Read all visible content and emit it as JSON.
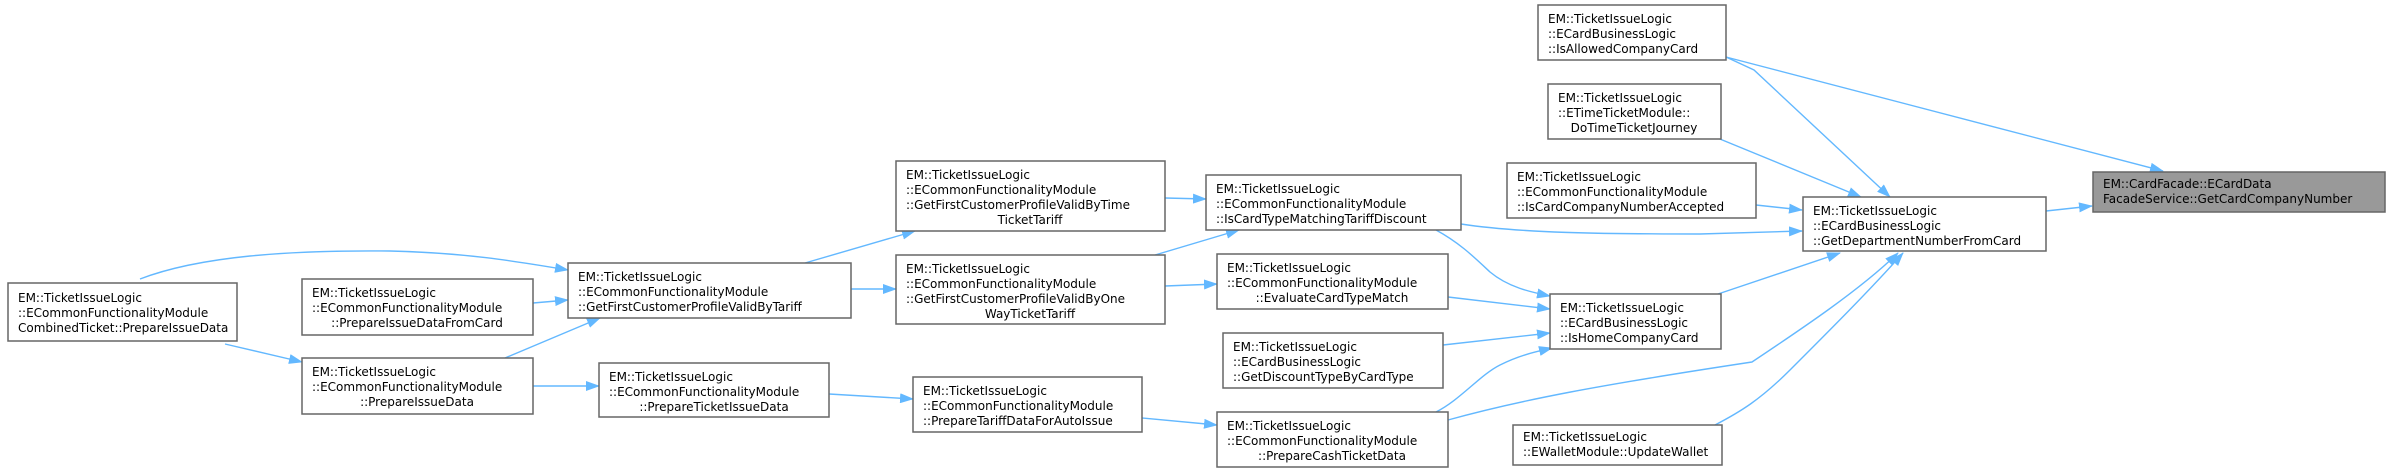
{
  "colors": {
    "edge": "#63b8ff",
    "node_border": "#666666",
    "target_fill": "#999999"
  },
  "nodes": [
    {
      "id": "A",
      "lines": [
        "EM::TicketIssueLogic",
        "::ECommonFunctionalityModule",
        "CombinedTicket::PrepareIssueData"
      ]
    },
    {
      "id": "B",
      "lines": [
        "EM::TicketIssueLogic",
        "::ECommonFunctionalityModule",
        "::PrepareIssueDataFromCard"
      ]
    },
    {
      "id": "C",
      "lines": [
        "EM::TicketIssueLogic",
        "::ECommonFunctionalityModule",
        "::PrepareIssueData"
      ]
    },
    {
      "id": "D",
      "lines": [
        "EM::TicketIssueLogic",
        "::ECommonFunctionalityModule",
        "::GetFirstCustomerProfileValidByTariff"
      ]
    },
    {
      "id": "E",
      "lines": [
        "EM::TicketIssueLogic",
        "::ECommonFunctionalityModule",
        "::PrepareTicketIssueData"
      ]
    },
    {
      "id": "F",
      "lines": [
        "EM::TicketIssueLogic",
        "::ECommonFunctionalityModule",
        "::GetFirstCustomerProfileValidByTime",
        "TicketTariff"
      ]
    },
    {
      "id": "G",
      "lines": [
        "EM::TicketIssueLogic",
        "::ECommonFunctionalityModule",
        "::GetFirstCustomerProfileValidByOne",
        "WayTicketTariff"
      ]
    },
    {
      "id": "H",
      "lines": [
        "EM::TicketIssueLogic",
        "::ECommonFunctionalityModule",
        "::PrepareTariffDataForAutoIssue"
      ]
    },
    {
      "id": "I",
      "lines": [
        "EM::TicketIssueLogic",
        "::ECommonFunctionalityModule",
        "::IsCardTypeMatchingTariffDiscount"
      ]
    },
    {
      "id": "J",
      "lines": [
        "EM::TicketIssueLogic",
        "::ECommonFunctionalityModule",
        "::EvaluateCardTypeMatch"
      ]
    },
    {
      "id": "K",
      "lines": [
        "EM::TicketIssueLogic",
        "::ECardBusinessLogic",
        "::GetDiscountTypeByCardType"
      ]
    },
    {
      "id": "L",
      "lines": [
        "EM::TicketIssueLogic",
        "::ECommonFunctionalityModule",
        "::PrepareCashTicketData"
      ]
    },
    {
      "id": "M",
      "lines": [
        "EM::TicketIssueLogic",
        "::ECardBusinessLogic",
        "::IsHomeCompanyCard"
      ]
    },
    {
      "id": "N",
      "lines": [
        "EM::TicketIssueLogic",
        "::ECardBusinessLogic",
        "::IsAllowedCompanyCard"
      ]
    },
    {
      "id": "O",
      "lines": [
        "EM::TicketIssueLogic",
        "::ETimeTicketModule::",
        "DoTimeTicketJourney"
      ]
    },
    {
      "id": "P",
      "lines": [
        "EM::TicketIssueLogic",
        "::ECommonFunctionalityModule",
        "::IsCardCompanyNumberAccepted"
      ]
    },
    {
      "id": "Q",
      "lines": [
        "EM::TicketIssueLogic",
        "::ECardBusinessLogic",
        "::GetDepartmentNumberFromCard"
      ]
    },
    {
      "id": "R",
      "lines": [
        "EM::TicketIssueLogic",
        "::EWalletModule::UpdateWallet"
      ]
    },
    {
      "id": "S",
      "lines": [
        "EM::CardFacade::ECardData",
        "FacadeService::GetCardCompanyNumber"
      ]
    }
  ]
}
